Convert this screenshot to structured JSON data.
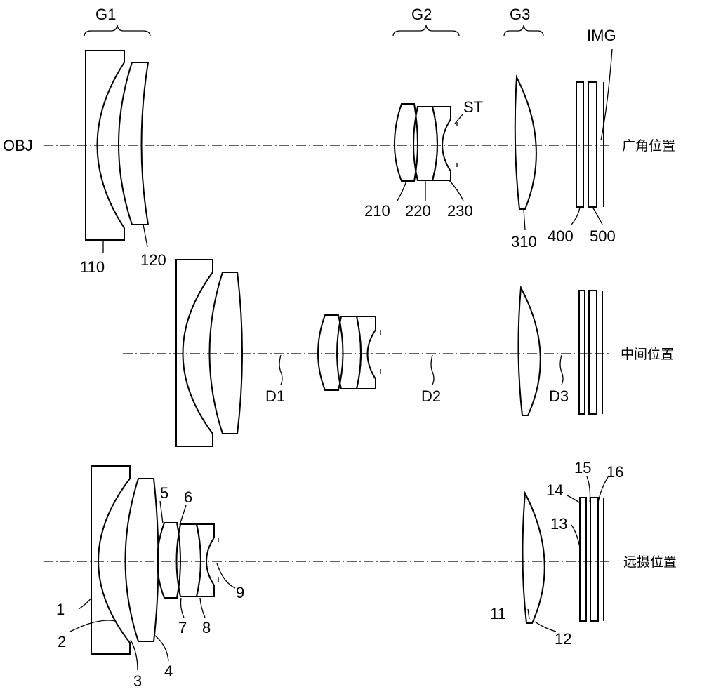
{
  "groups": {
    "g1": "G1",
    "g2": "G2",
    "g3": "G3"
  },
  "object_label": "OBJ",
  "image_label": "IMG",
  "stop_label": "ST",
  "positions": {
    "wide": "广角位置",
    "middle": "中间位置",
    "tele": "远摄位置"
  },
  "element_labels": {
    "e110": "110",
    "e120": "120",
    "e210": "210",
    "e220": "220",
    "e230": "230",
    "e310": "310",
    "e400": "400",
    "e500": "500"
  },
  "distance_labels": {
    "d1": "D1",
    "d2": "D2",
    "d3": "D3"
  },
  "surface_labels": [
    "1",
    "2",
    "3",
    "4",
    "5",
    "6",
    "7",
    "8",
    "9",
    "11",
    "12",
    "13",
    "14",
    "15",
    "16"
  ]
}
